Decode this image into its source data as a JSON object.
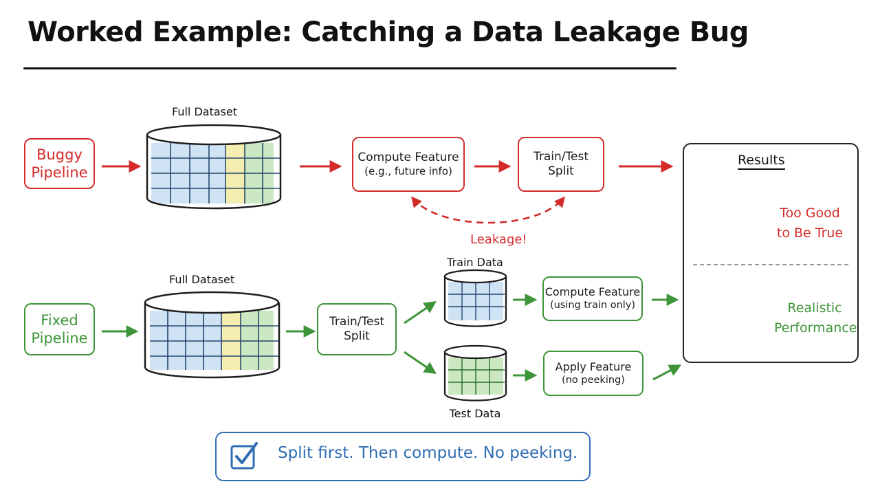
{
  "title": "Worked Example: Catching a Data Leakage Bug",
  "buggy": {
    "label_line1": "Buggy",
    "label_line2": "Pipeline",
    "dataset_label": "Full Dataset",
    "compute_line1": "Compute Feature",
    "compute_line2": "(e.g., future info)",
    "split_line1": "Train/Test",
    "split_line2": "Split",
    "leakage_label": "Leakage!"
  },
  "fixed": {
    "label_line1": "Fixed",
    "label_line2": "Pipeline",
    "dataset_label": "Full Dataset",
    "split_line1": "Train/Test",
    "split_line2": "Split",
    "train_label": "Train Data",
    "test_label": "Test Data",
    "compute_line1": "Compute Feature",
    "compute_line2": "(using train only)",
    "apply_line1": "Apply Feature",
    "apply_line2": "(no peeking)"
  },
  "results": {
    "title": "Results",
    "top_line1": "Too Good",
    "top_line2": "to Be True",
    "bottom_line1": "Realistic",
    "bottom_line2": "Performance"
  },
  "callout": {
    "text": "Split first. Then compute. No peeking.",
    "icon": "checkbox-icon"
  },
  "colors": {
    "red": "#d42a2a",
    "green": "#3e9438",
    "blue": "#2f6db3",
    "cell_blue": "#cfe3f5",
    "cell_yellow": "#f5ecb0",
    "cell_green": "#cbe8c2"
  }
}
